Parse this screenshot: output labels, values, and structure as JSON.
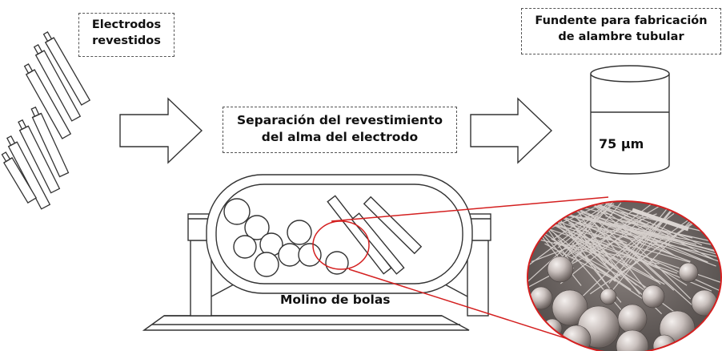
{
  "labels": {
    "electrodes": [
      "Electrodos",
      "revestidos"
    ],
    "separation": [
      "Separación del revestimiento",
      "del alma del electrodo"
    ],
    "flux": [
      "Fundente para fabricación",
      "de alambre tubular"
    ],
    "particle_size": "75 µm",
    "ball_mill": "Molino de bolas"
  },
  "colors": {
    "outline": "#222222",
    "zoom_lines": "#d42020",
    "micrograph_bg": "#6e6764"
  },
  "icons": {
    "electrodes": "coated-electrode-rods-icon",
    "arrow": "process-arrow-icon",
    "container": "cylinder-container-icon",
    "mill": "ball-mill-icon",
    "micrograph": "micrograph-zoom-icon"
  }
}
